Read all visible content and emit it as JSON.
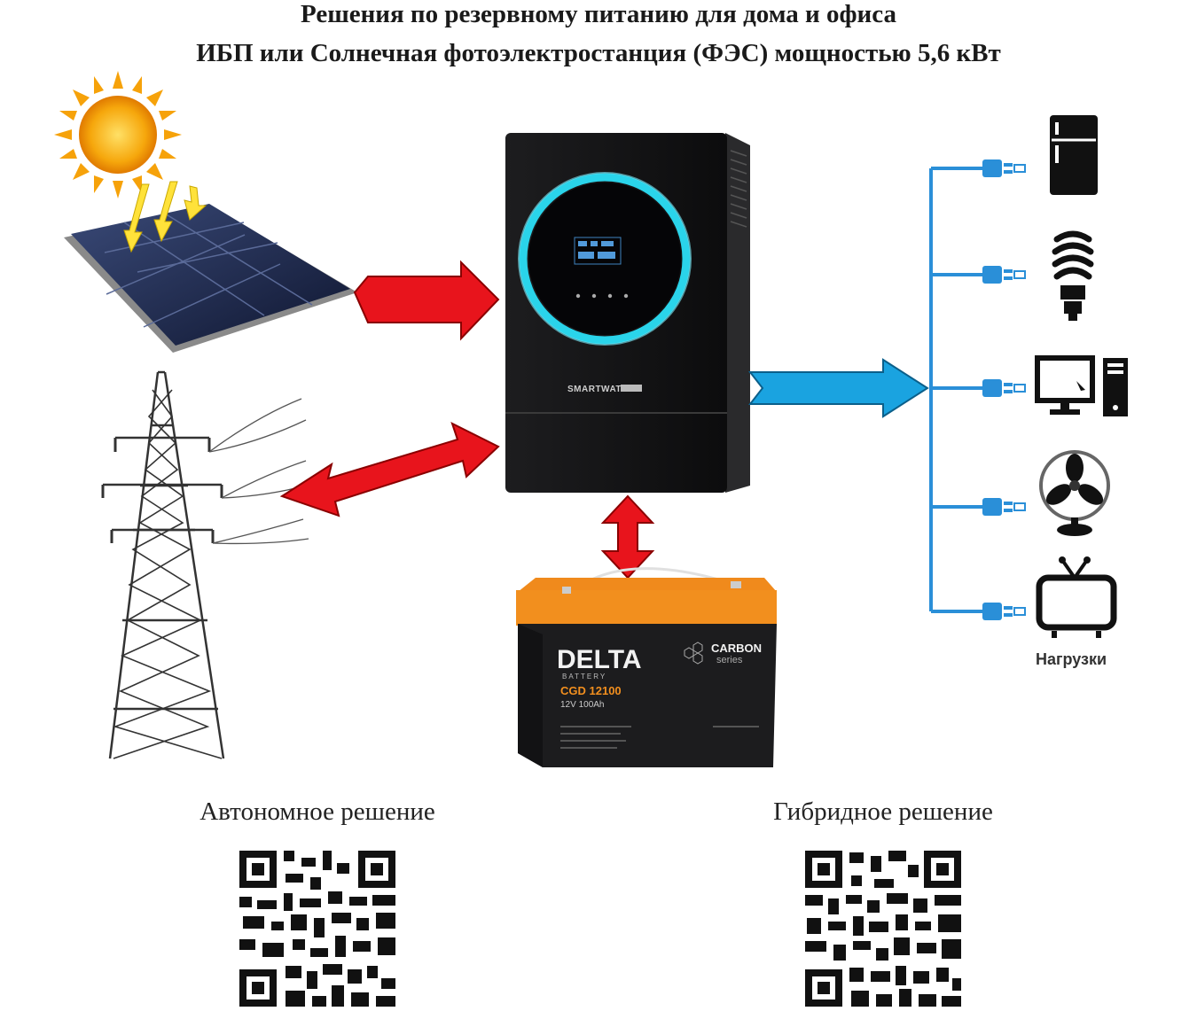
{
  "header": {
    "title_line1": "Решения по резервному питанию для дома и офиса",
    "title_line2": "ИБП или Солнечная фотоэлектростанция (ФЭС) мощностью 5,6 кВт"
  },
  "inverter": {
    "brand_label": "SMARTWATT"
  },
  "battery": {
    "brand": "DELTA",
    "brand_sub": "BATTERY",
    "series_title": "CARBON",
    "series_sub": "series",
    "model": "CGD 12100",
    "spec": "12V 100Ah"
  },
  "loads": {
    "label": "Нагрузки",
    "items": [
      "fridge-icon",
      "lamp-icon",
      "computer-icon",
      "fan-icon",
      "tv-icon"
    ]
  },
  "qr": {
    "left_caption": "Автономное решение",
    "right_caption": "Гибридное решение"
  },
  "colors": {
    "red_arrow": "#e8141c",
    "blue_arrow": "#1aa3e0",
    "bus_line": "#2a8fd8",
    "inverter_ring": "#2ad4ea",
    "battery_orange": "#f08a1c"
  }
}
